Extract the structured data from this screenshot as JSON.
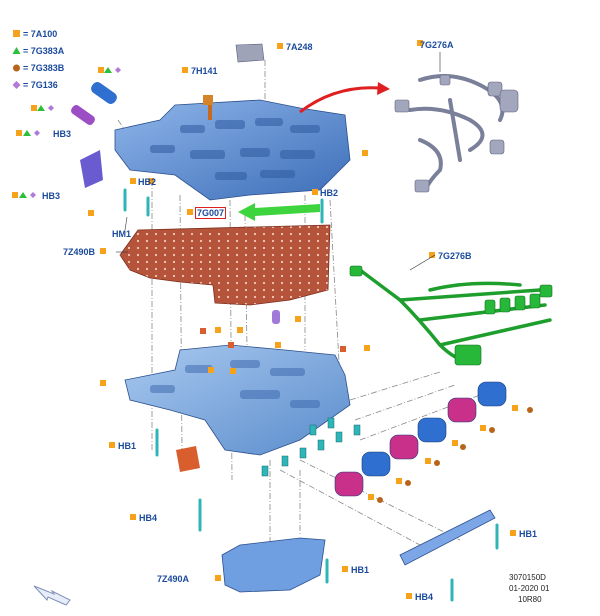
{
  "legend": [
    {
      "symbol": "orange-square",
      "label": "= 7A100",
      "color": "#f7a21b"
    },
    {
      "symbol": "green-triangle",
      "label": "= 7G383A",
      "color": "#2bbf3a"
    },
    {
      "symbol": "brown-circle",
      "label": "= 7G383B",
      "color": "#b8651b"
    },
    {
      "symbol": "violet-diamond",
      "label": "= 7G136",
      "color": "#b07ad8"
    }
  ],
  "parts": {
    "p7a248": "7A248",
    "p7h141": "7H141",
    "p7g276a": "7G276A",
    "hb3a": "HB3",
    "hb3b": "HB3",
    "hb2a": "HB2",
    "hb2b": "HB2",
    "hm1": "HM1",
    "p7g007": "7G007",
    "p7z490b": "7Z490B",
    "p7g276b": "7G276B",
    "hb1a": "HB1",
    "hb1b": "HB1",
    "hb1c": "HB1",
    "hb4a": "HB4",
    "hb4b": "HB4",
    "p7z490a": "7Z490A"
  },
  "reference": {
    "line1": "3070150D",
    "line2": "01-2020 01",
    "line3": "10R80"
  },
  "colors": {
    "label": "#1a4a9c",
    "valve_body": "#5f8fd0",
    "separator_plate": "#b5543a",
    "harness_green": "#1e9e2c",
    "solenoid_blue": "#2f6fd0",
    "solenoid_magenta": "#c8308a",
    "arrow_red": "#e02020",
    "arrow_green": "#3ed43e"
  }
}
